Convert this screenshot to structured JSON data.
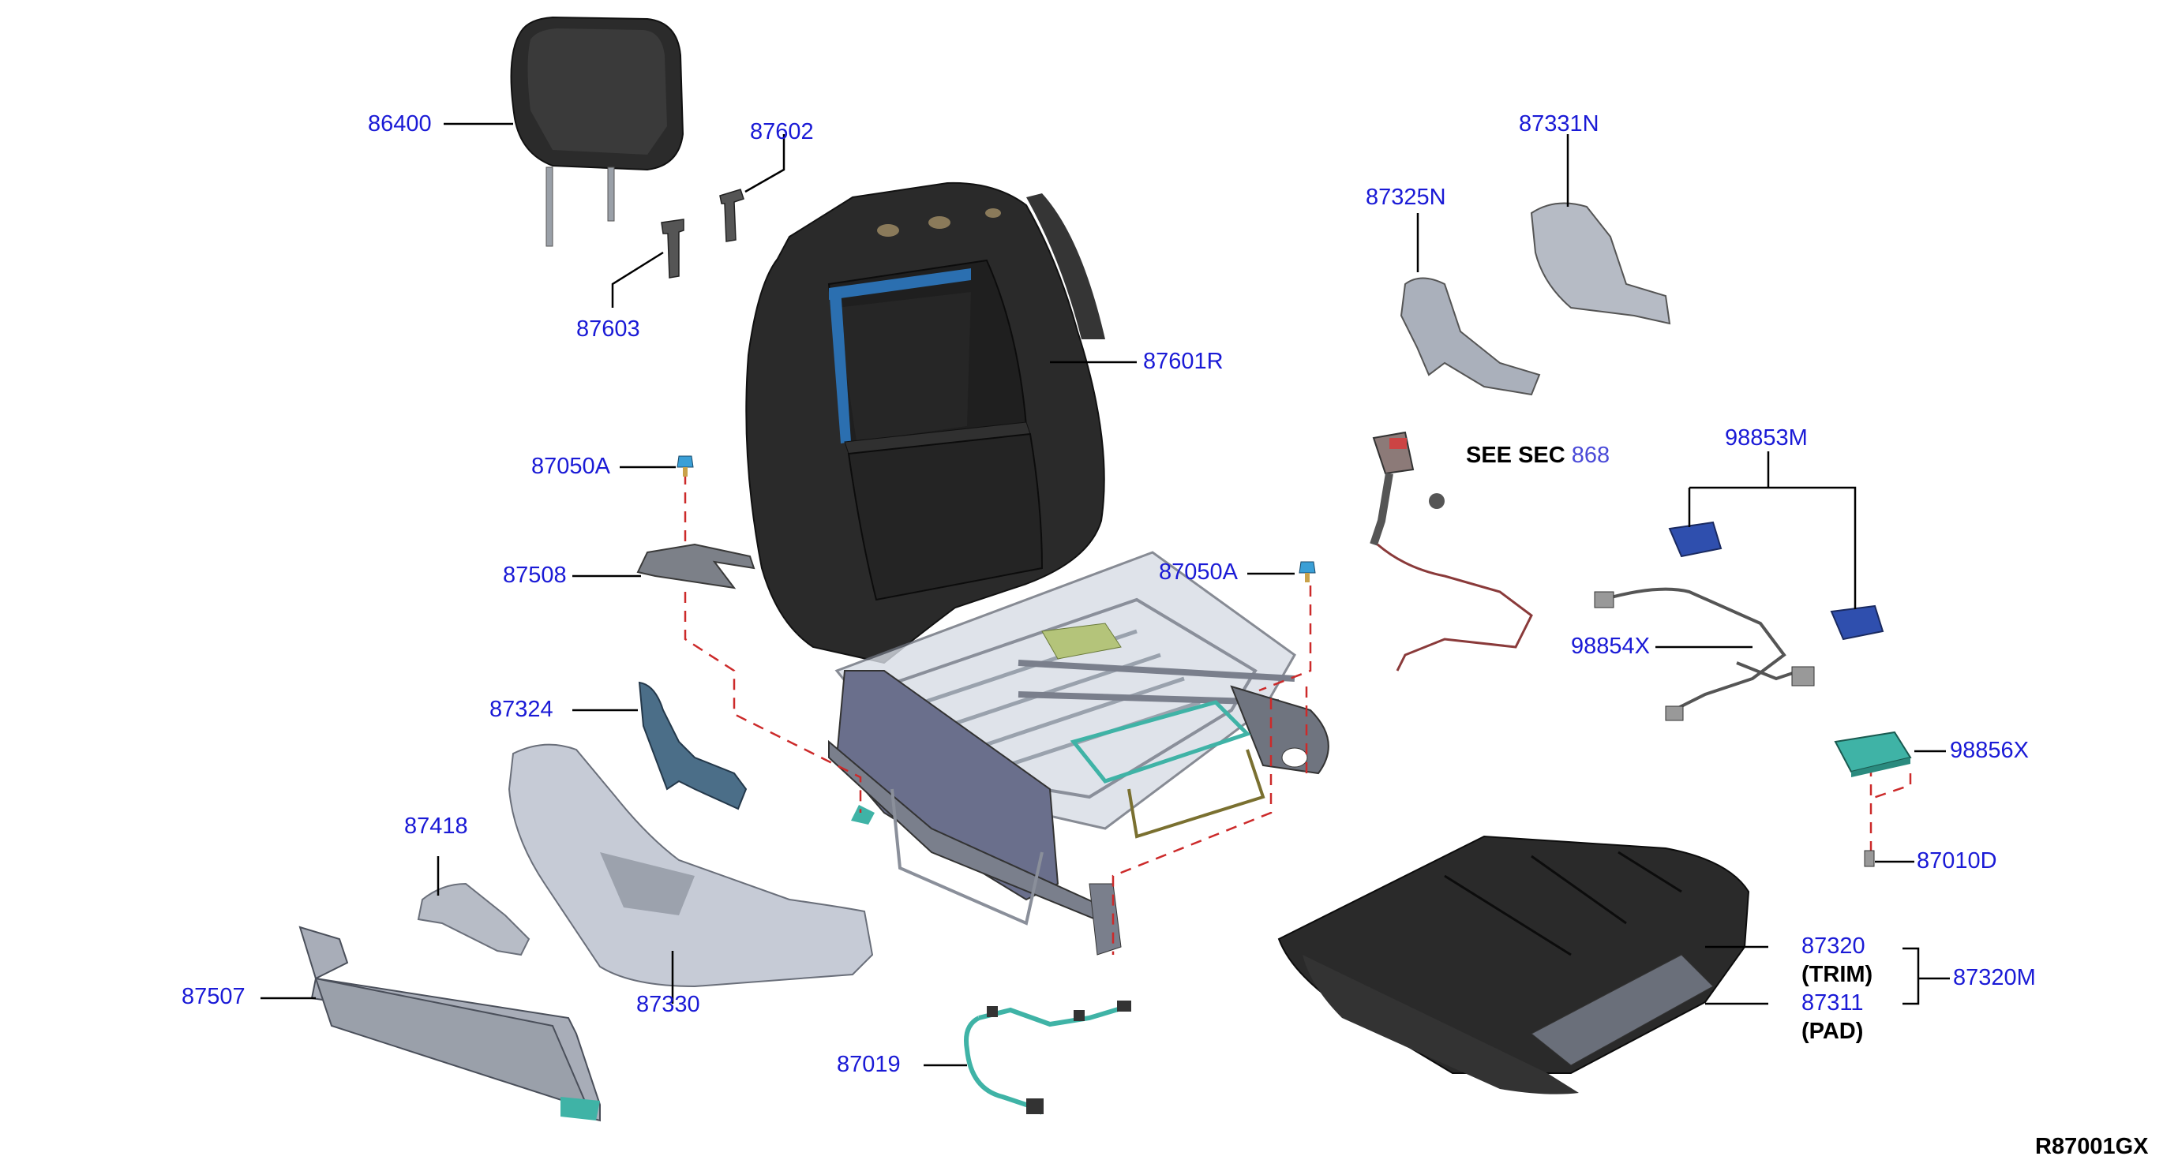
{
  "diagram_id": "R87001GX",
  "colors": {
    "part_number": "#1a1ad6",
    "leader": "#000000",
    "dash": "#cc2a2a",
    "seat_dark": "#2a2a2a",
    "frame": "#7a7f8c",
    "accent_blue": "#2b6fb0",
    "accent_teal": "#3fb3a6"
  },
  "parts": {
    "p86400": "86400",
    "p87602": "87602",
    "p87603": "87603",
    "p87601R": "87601R",
    "p87050A_left": "87050A",
    "p87050A_right": "87050A",
    "p87508": "87508",
    "p87324": "87324",
    "p87418": "87418",
    "p87330": "87330",
    "p87507": "87507",
    "p87019": "87019",
    "p87325N": "87325N",
    "p87331N": "87331N",
    "see_sec_label": "SEE SEC",
    "see_sec_ref": "868",
    "p98853M": "98853M",
    "p98854X": "98854X",
    "p98856X": "98856X",
    "p87010D": "87010D",
    "p87320": "87320",
    "trim": "(TRIM)",
    "p87320M": "87320M",
    "p87311": "87311",
    "pad": "(PAD)"
  },
  "icons": [
    "headrest",
    "headrest-guide",
    "seatback",
    "seat-frame",
    "side-cover",
    "wire-harness",
    "seat-belt-buckle",
    "cushion",
    "clip",
    "sensor-module"
  ]
}
